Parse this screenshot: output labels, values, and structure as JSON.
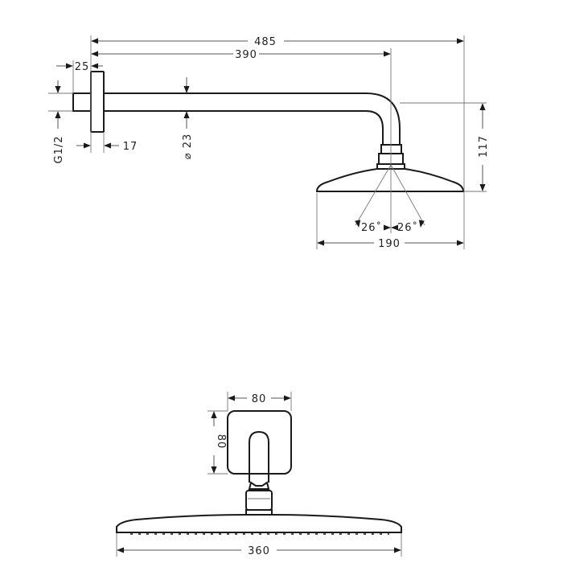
{
  "side_view": {
    "dimensions": {
      "total_length": "485",
      "arm_length": "390",
      "flange_offset": "25",
      "thread": "G1/2",
      "flange_depth": "17",
      "pipe_diameter": "⌀ 23",
      "height": "117",
      "head_diameter": "190",
      "spray_angle_left": "26˚",
      "spray_angle_right": "26˚"
    }
  },
  "front_view": {
    "dimensions": {
      "flange_width": "80",
      "flange_height": "80",
      "head_width": "360"
    }
  }
}
